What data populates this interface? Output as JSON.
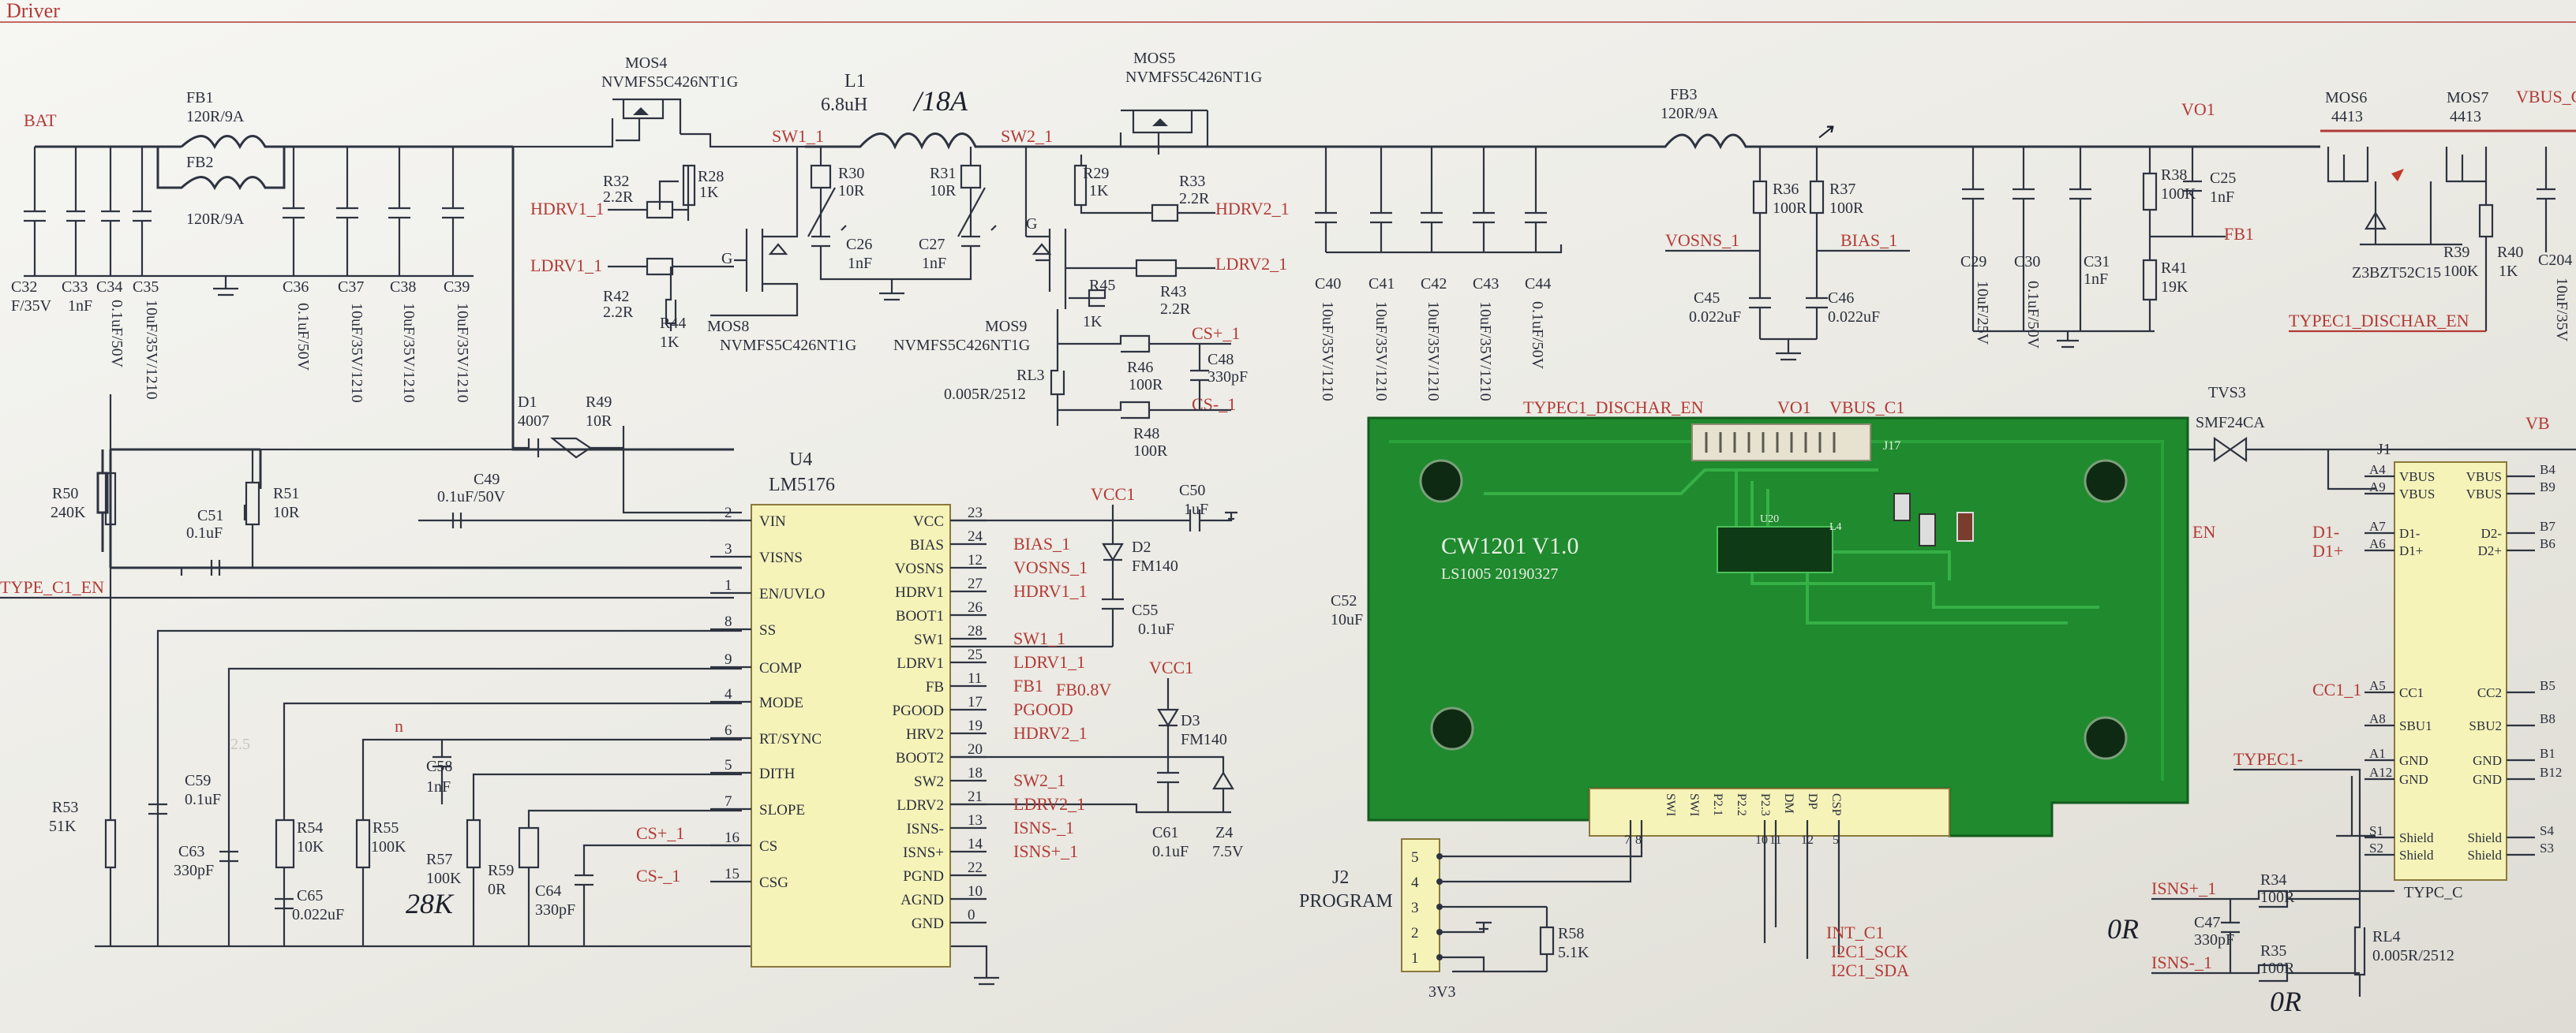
{
  "sheet": {
    "section_title": "Driver",
    "colors": {
      "paper": "#e9e8e2",
      "wire": "#2e3340",
      "net_label": "#b23a36",
      "ic_fill": "#f6f3b9",
      "pcb_green": "#1f8a2e"
    }
  },
  "power_stage": {
    "bat_net": "BAT",
    "fb1": {
      "ref": "FB1",
      "value": "120R/9A"
    },
    "fb2": {
      "ref": "FB2",
      "value": "120R/9A"
    },
    "fb3": {
      "ref": "FB3",
      "value": "120R/9A"
    },
    "mos4": {
      "ref": "MOS4",
      "part": "NVMFS5C426NT1G"
    },
    "mos5": {
      "ref": "MOS5",
      "part": "NVMFS5C426NT1G"
    },
    "mos8": {
      "ref": "MOS8",
      "part": "NVMFS5C426NT1G"
    },
    "mos9": {
      "ref": "MOS9",
      "part": "NVMFS5C426NT1G"
    },
    "inductor": {
      "ref": "L1",
      "value": "6.8uH",
      "handwritten": "/18A"
    },
    "sw1_net": "SW1_1",
    "sw2_net": "SW2_1",
    "caps_left": [
      {
        "ref": "C32",
        "value": "F/35V"
      },
      {
        "ref": "C33",
        "value": "1nF"
      },
      {
        "ref": "C34",
        "value": "0.1uF/50V"
      },
      {
        "ref": "C35",
        "value": "10uF/35V/1210"
      },
      {
        "ref": "C36",
        "value": "0.1uF/50V"
      },
      {
        "ref": "C37",
        "value": "10uF/35V/1210"
      },
      {
        "ref": "C38",
        "value": "10uF/35V/1210"
      },
      {
        "ref": "C39",
        "value": "10uF/35V/1210"
      }
    ],
    "caps_mid": [
      {
        "ref": "C40",
        "value": "10uF/35V/1210"
      },
      {
        "ref": "C41",
        "value": "10uF/35V/1210"
      },
      {
        "ref": "C42",
        "value": "10uF/35V/1210"
      },
      {
        "ref": "C43",
        "value": "10uF/35V/1210"
      },
      {
        "ref": "C44",
        "value": "0.1uF/50V"
      }
    ],
    "resistors": {
      "r32": {
        "ref": "R32",
        "value": "2.2R"
      },
      "r28": {
        "ref": "R28",
        "value": "1K"
      },
      "r30": {
        "ref": "R30",
        "value": "10R"
      },
      "r31": {
        "ref": "R31",
        "value": "10R"
      },
      "r29": {
        "ref": "R29",
        "value": "1K"
      },
      "r33": {
        "ref": "R33",
        "value": "2.2R"
      },
      "r42": {
        "ref": "R42",
        "value": "2.2R"
      },
      "r44": {
        "ref": "R44",
        "value": "1K"
      },
      "r45": {
        "ref": "R45",
        "value": "1K"
      },
      "r43": {
        "ref": "R43",
        "value": "2.2R"
      },
      "r46": {
        "ref": "R46",
        "value": "100R"
      },
      "r48": {
        "ref": "R48",
        "value": "100R"
      },
      "rl3": {
        "ref": "RL3",
        "value": "0.005R/2512"
      }
    },
    "c26": {
      "ref": "C26",
      "value": "1nF"
    },
    "c27": {
      "ref": "C27",
      "value": "1nF"
    },
    "c48": {
      "ref": "C48",
      "value": "330pF"
    },
    "nets": {
      "hdrv1": "HDRV1_1",
      "ldrv1": "LDRV1_1",
      "hdrv2": "HDRV2_1",
      "ldrv2": "LDRV2_1",
      "csp": "CS+_1",
      "csn": "CS-_1",
      "g": "G"
    }
  },
  "output_stage": {
    "vo1": "VO1",
    "vbus_c": "VBUS_C",
    "vosns": "VOSNS_1",
    "bias": "BIAS_1",
    "fb1": "FB1",
    "r36": {
      "ref": "R36",
      "value": "100R"
    },
    "r37": {
      "ref": "R37",
      "value": "100R"
    },
    "c45": {
      "ref": "C45",
      "value": "0.022uF"
    },
    "c46": {
      "ref": "C46",
      "value": "0.022uF"
    },
    "c29": {
      "ref": "C29",
      "value": "10uF/25V"
    },
    "c30": {
      "ref": "C30",
      "value": "0.1uF/50V"
    },
    "c31": {
      "ref": "C31",
      "value": "1nF"
    },
    "r38": {
      "ref": "R38",
      "value": "100K"
    },
    "c25": {
      "ref": "C25",
      "value": "1nF"
    },
    "r41": {
      "ref": "R41",
      "value": "19K"
    },
    "mos6": {
      "ref": "MOS6",
      "part": "4413"
    },
    "mos7": {
      "ref": "MOS7",
      "part": "4413"
    },
    "z3": {
      "ref": "Z3",
      "value": "BZT52C15"
    },
    "r39": {
      "ref": "R39",
      "value": "100K"
    },
    "r40": {
      "ref": "R40",
      "value": "1K"
    },
    "c204": {
      "ref": "C204",
      "value": "10uF/35V"
    },
    "typec_dischar": "TYPEC1_DISCHAR_EN"
  },
  "controller": {
    "ref": "U4",
    "part": "LM5176",
    "left_pins": [
      {
        "name": "VIN",
        "num": "2"
      },
      {
        "name": "VISNS",
        "num": "3"
      },
      {
        "name": "EN/UVLO",
        "num": "1"
      },
      {
        "name": "SS",
        "num": "8"
      },
      {
        "name": "COMP",
        "num": "9"
      },
      {
        "name": "MODE",
        "num": "4"
      },
      {
        "name": "RT/SYNC",
        "num": "6"
      },
      {
        "name": "DITH",
        "num": "5"
      },
      {
        "name": "SLOPE",
        "num": "7"
      },
      {
        "name": "CS",
        "num": "16"
      },
      {
        "name": "CSG",
        "num": "15"
      }
    ],
    "right_pins": [
      {
        "name": "VCC",
        "num": "23",
        "net": ""
      },
      {
        "name": "BIAS",
        "num": "24",
        "net": "BIAS_1"
      },
      {
        "name": "VOSNS",
        "num": "12",
        "net": "VOSNS_1"
      },
      {
        "name": "HDRV1",
        "num": "27",
        "net": "HDRV1_1"
      },
      {
        "name": "BOOT1",
        "num": "26",
        "net": ""
      },
      {
        "name": "SW1",
        "num": "28",
        "net": "SW1_1"
      },
      {
        "name": "LDRV1",
        "num": "25",
        "net": "LDRV1_1"
      },
      {
        "name": "FB",
        "num": "11",
        "net": "FB1"
      },
      {
        "name": "PGOOD",
        "num": "17",
        "net": "PGOOD"
      },
      {
        "name": "HRV2",
        "num": "19",
        "net": "HDRV2_1"
      },
      {
        "name": "BOOT2",
        "num": "20",
        "net": ""
      },
      {
        "name": "SW2",
        "num": "18",
        "net": "SW2_1"
      },
      {
        "name": "LDRV2",
        "num": "21",
        "net": "LDRV2_1"
      },
      {
        "name": "ISNS-",
        "num": "13",
        "net": "ISNS-_1"
      },
      {
        "name": "ISNS+",
        "num": "14",
        "net": "ISNS+_1"
      },
      {
        "name": "PGND",
        "num": "22",
        "net": ""
      },
      {
        "name": "AGND",
        "num": "10",
        "net": ""
      },
      {
        "name": "GND",
        "num": "0",
        "net": ""
      }
    ],
    "fb_note": "FB0.8V",
    "cs_plus": "CS+_1",
    "cs_minus": "CS-_1",
    "vcc1": "VCC1"
  },
  "support": {
    "d1": {
      "ref": "D1",
      "value": "4007"
    },
    "r49": {
      "ref": "R49",
      "value": "10R"
    },
    "r50": {
      "ref": "R50",
      "value": "240K"
    },
    "r51": {
      "ref": "R51",
      "value": "10R"
    },
    "c49": {
      "ref": "C49",
      "value": "0.1uF/50V"
    },
    "c51": {
      "ref": "C51",
      "value": "0.1uF"
    },
    "typec_en": "TYPE_C1_EN",
    "c50": {
      "ref": "C50",
      "value": "1uF"
    },
    "d2": {
      "ref": "D2",
      "value": "FM140"
    },
    "c55": {
      "ref": "C55",
      "value": "0.1uF"
    },
    "d3": {
      "ref": "D3",
      "value": "FM140"
    },
    "c61": {
      "ref": "C61",
      "value": "0.1uF"
    },
    "z4": {
      "ref": "Z4",
      "value": "7.5V"
    },
    "r53": {
      "ref": "R53",
      "value": "51K"
    },
    "c59": {
      "ref": "C59",
      "value": "0.1uF"
    },
    "c63": {
      "ref": "C63",
      "value": "330pF"
    },
    "r54": {
      "ref": "R54",
      "value": "10K"
    },
    "c65": {
      "ref": "C65",
      "value": "0.022uF"
    },
    "r55": {
      "ref": "R55",
      "value": "100K"
    },
    "c58": {
      "ref": "C58",
      "value": "1nF"
    },
    "r57": {
      "ref": "R57",
      "value": "100K"
    },
    "r57_hand": "28K",
    "r59": {
      "ref": "R59",
      "value": "0R"
    },
    "c64": {
      "ref": "C64",
      "value": "330pF"
    },
    "c52": {
      "ref": "C52",
      "value": "10uF"
    },
    "n_mark": "n",
    "watermark": "2.5"
  },
  "pcb": {
    "title": "CW1201 V1.0",
    "subtitle": "LS1005  20190327",
    "conn": "J17",
    "u20": "U20",
    "l4": "L4",
    "overlay_net1": "TYPEC1_DISCHAR_EN",
    "overlay_net2": "VO1",
    "overlay_net3": "VBUS_C1",
    "bottom_pins": [
      "SWI",
      "SWI",
      "P2.1",
      "P2.2",
      "P2.3",
      "DM",
      "DP",
      "CSP"
    ]
  },
  "programmer": {
    "ref": "J2",
    "label": "PROGRAM",
    "pins": [
      "5",
      "4",
      "3",
      "2",
      "1"
    ],
    "conn_pins": [
      "8",
      "7",
      "10",
      "11",
      "12",
      "5"
    ],
    "r58": {
      "ref": "R58",
      "value": "5.1K"
    },
    "v33": "3V3",
    "nets": [
      "INT_C1",
      "I2C1_SCK",
      "I2C1_SDA"
    ]
  },
  "typec": {
    "tvs": {
      "ref": "TVS3",
      "value": "SMF24CA"
    },
    "j1": "J1",
    "rows": [
      {
        "ln": "A4",
        "l": "VBUS",
        "r": "VBUS",
        "rn": "B4"
      },
      {
        "ln": "A9",
        "l": "VBUS",
        "r": "VBUS",
        "rn": "B9"
      },
      {
        "ln": "A7",
        "l": "D1-",
        "r": "D2-",
        "rn": "B7"
      },
      {
        "ln": "A6",
        "l": "D1+",
        "r": "D2+",
        "rn": "B6"
      },
      {
        "ln": "A5",
        "l": "CC1",
        "r": "CC2",
        "rn": "B5"
      },
      {
        "ln": "A8",
        "l": "SBU1",
        "r": "SBU2",
        "rn": "B8"
      },
      {
        "ln": "A1",
        "l": "GND",
        "r": "GND",
        "rn": "B1"
      },
      {
        "ln": "A12",
        "l": "GND",
        "r": "GND",
        "rn": "B12"
      },
      {
        "ln": "S1",
        "l": "Shield",
        "r": "Shield",
        "rn": "S4"
      },
      {
        "ln": "S2",
        "l": "Shield",
        "r": "Shield",
        "rn": "S3"
      }
    ],
    "side_nets": [
      "D1-",
      "D1+",
      "CC1_1",
      "TYPEC1-"
    ],
    "part_name": "TYPC_C",
    "en_cut": "EN",
    "vb_cut": "VB",
    "r34": {
      "ref": "R34",
      "value": "100R"
    },
    "r35": {
      "ref": "R35",
      "value": "100R"
    },
    "c47": {
      "ref": "C47",
      "value": "330pF"
    },
    "rl4": {
      "ref": "RL4",
      "value": "0.005R/2512"
    },
    "isns_p": "ISNS+_1",
    "isns_n": "ISNS-_1",
    "hand1": "0R",
    "hand2": "0R"
  }
}
